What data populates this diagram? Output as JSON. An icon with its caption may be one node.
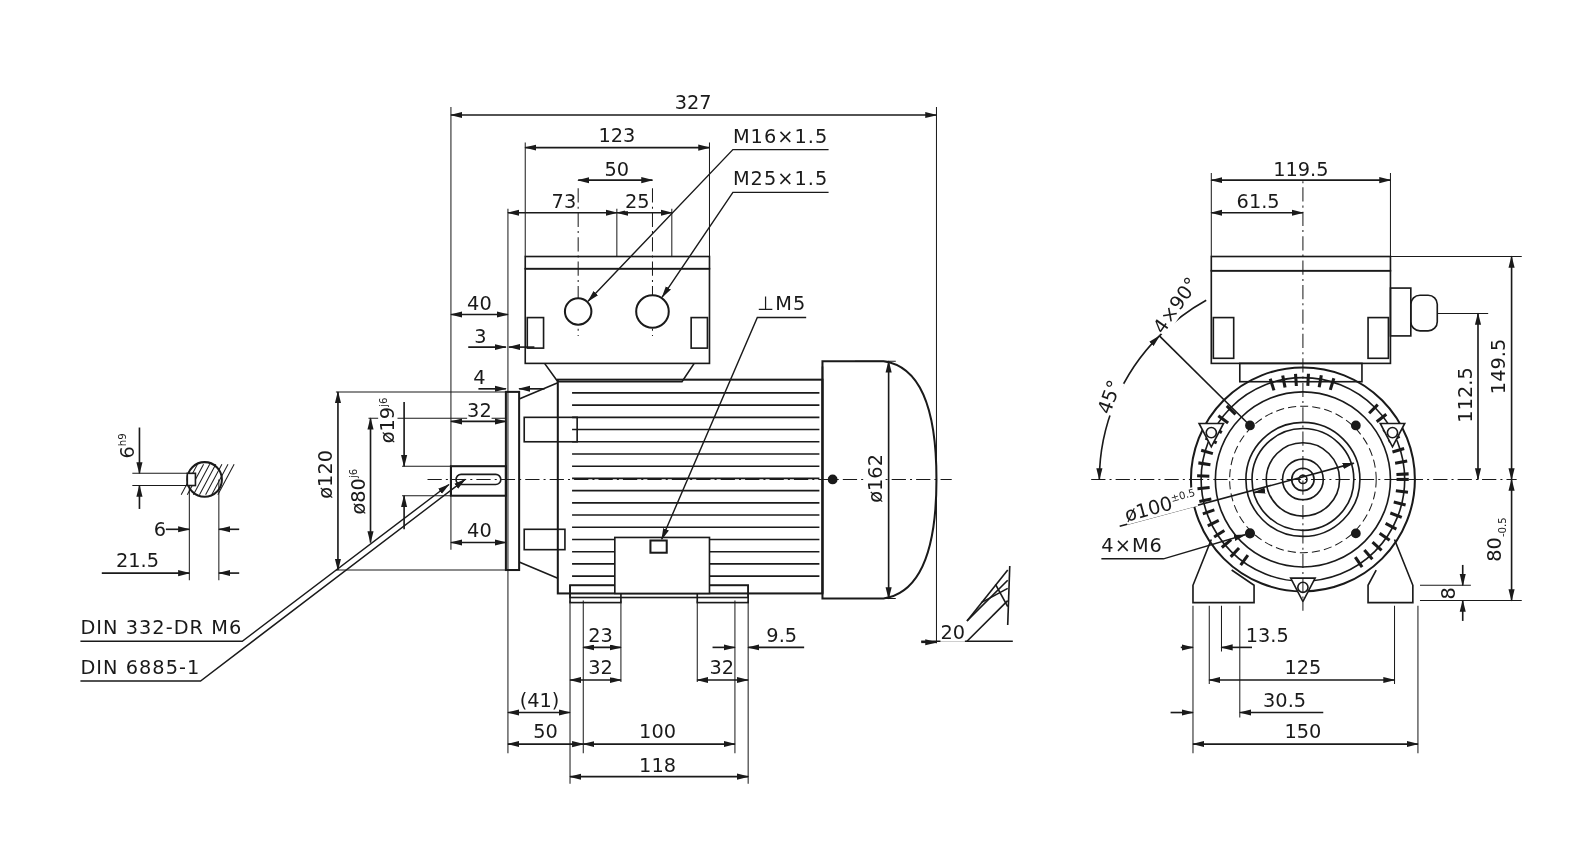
{
  "diagram": {
    "nodes": [
      {
        "text": [
          "M16×1.5"
        ]
      },
      {
        "text": [
          "M25×1.5"
        ]
      },
      {
        "text": [],
        "shape": "circle"
      },
      {
        "text": [],
        "shape": "circle"
      },
      {
        "text": [
          "⊥M5"
        ]
      },
      {
        "text": [],
        "shape": "box"
      },
      {
        "text": [
          "DIN 332-DR M6"
        ]
      },
      {
        "text": [
          "DIN 6885-1"
        ]
      },
      {
        "text": [
          "4×M6"
        ]
      },
      {
        "text": [],
        "shape": "circle"
      }
    ],
    "edges": [
      {
        "from": 0,
        "to": 2,
        "arrow": "to"
      },
      {
        "from": 1,
        "to": 3,
        "arrow": "to"
      },
      {
        "from": 4,
        "to": 5,
        "arrow": "to"
      },
      {
        "from": 6,
        "to": null,
        "arrow": "to"
      },
      {
        "from": 7,
        "to": null,
        "arrow": "to"
      },
      {
        "from": 8,
        "to": 9,
        "arrow": "to"
      }
    ],
    "labels": [
      "327",
      "123",
      "50",
      "73",
      "25",
      "40",
      "3",
      "4",
      "32",
      "ø19$^{j6}$",
      "ø120",
      "ø80$^{j6}$",
      "40",
      "6$^{h9}$",
      "6",
      "21.5",
      "ø162",
      "23",
      "9.5",
      "20",
      "32",
      "32",
      "(41)",
      "50",
      "100",
      "118",
      "119.5",
      "61.5",
      "4×90°",
      "45°",
      "ø100$^{±0.5}$",
      "112.5",
      "149.5",
      "80$_{-0.5}$",
      "8",
      "13.5",
      "125",
      "30.5",
      "150"
    ]
  }
}
